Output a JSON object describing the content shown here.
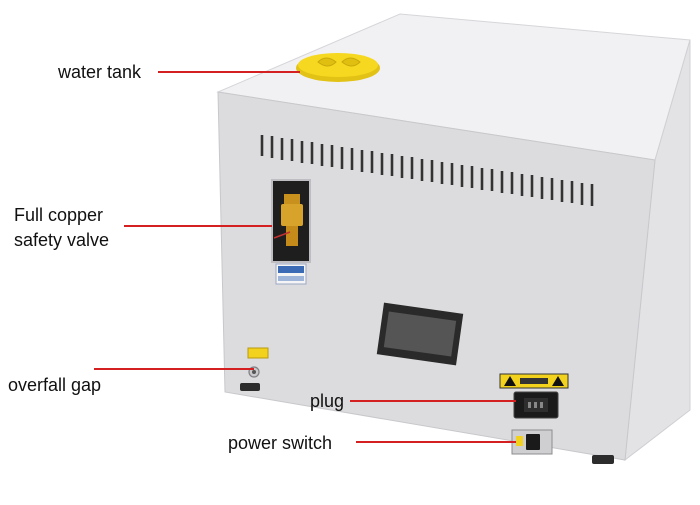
{
  "labels": {
    "water_tank": "water tank",
    "safety_valve_line1": "Full copper",
    "safety_valve_line2": "safety valve",
    "overfall_gap": "overfall gap",
    "plug": "plug",
    "power_switch": "power switch"
  },
  "colors": {
    "leader_line": "#d42020",
    "cabinet_front": "#dcdcde",
    "cabinet_top": "#f1f1f3",
    "cabinet_side": "#e6e6e8",
    "tank_cap": "#f2d21c"
  }
}
